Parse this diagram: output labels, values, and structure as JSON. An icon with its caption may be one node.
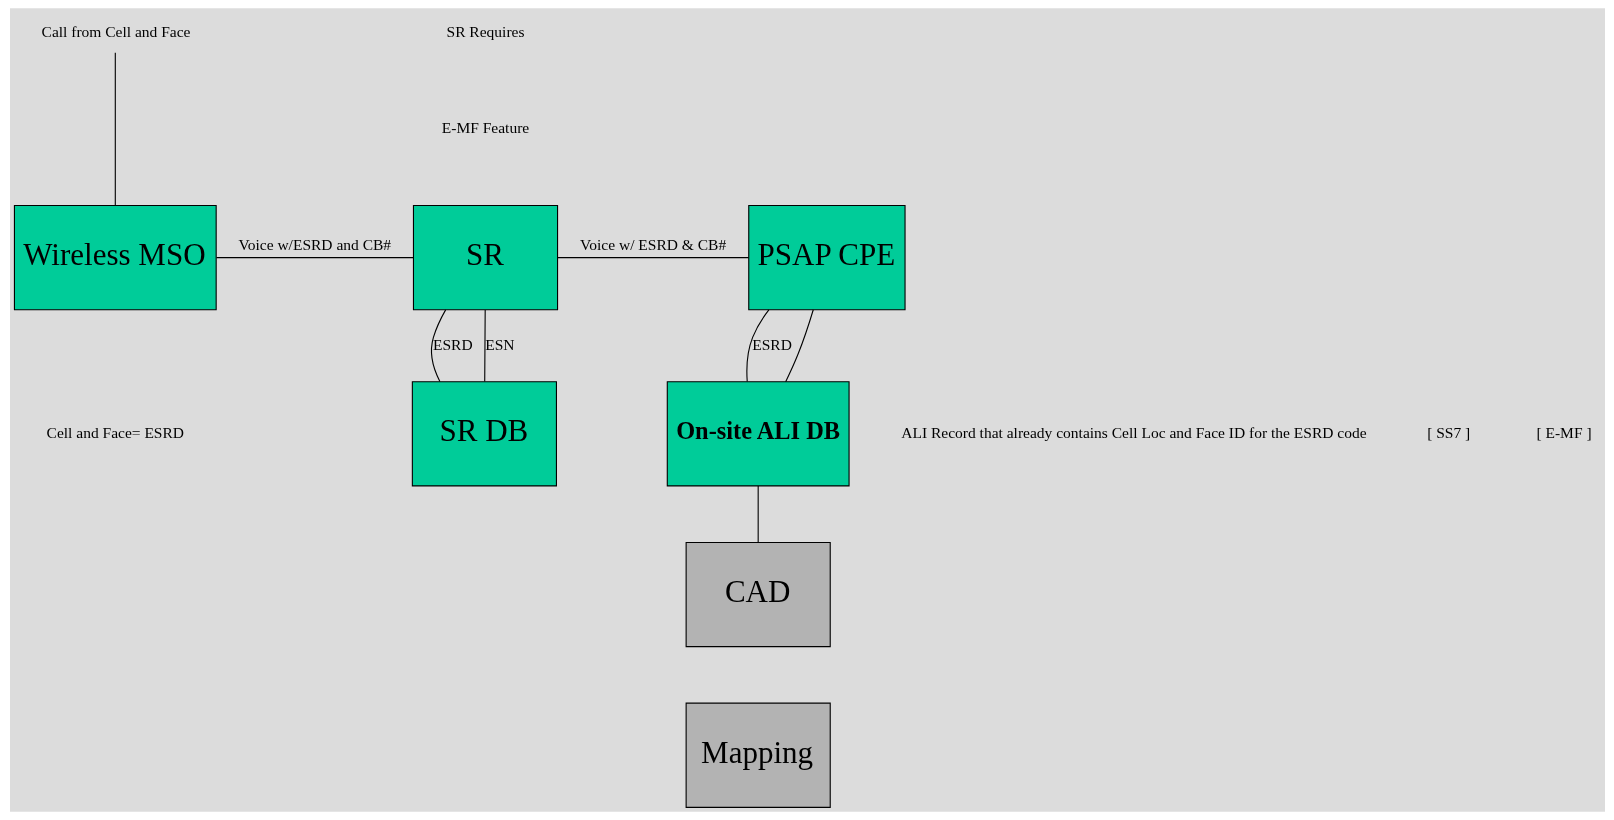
{
  "diagram": {
    "nodes": [
      {
        "text": [
          "Call from Cell and Face"
        ]
      },
      {
        "text": [
          "Wireless MSO"
        ]
      },
      {
        "text": [
          "SR"
        ]
      },
      {
        "text": [
          "PSAP CPE"
        ]
      },
      {
        "text": [
          "SR DB"
        ]
      },
      {
        "text": [
          "On-site ALI DB"
        ]
      },
      {
        "text": [
          "CAD"
        ]
      },
      {
        "text": [
          "Mapping"
        ]
      }
    ],
    "edges": [
      {
        "from": 0,
        "to": 1,
        "arrow": "none"
      },
      {
        "from": 1,
        "to": 2,
        "arrow": "none",
        "label": "Voice w/ESRD and CB#"
      },
      {
        "from": 2,
        "to": 3,
        "arrow": "none",
        "label": "Voice w/ ESRD & CB#"
      },
      {
        "from": 2,
        "to": 4,
        "arrow": "none",
        "label": "ESRD"
      },
      {
        "from": 2,
        "to": 4,
        "arrow": "none",
        "label": "ESN"
      },
      {
        "from": 3,
        "to": 5,
        "arrow": "none",
        "label": "ESRD"
      },
      {
        "from": 3,
        "to": 5,
        "arrow": "none"
      },
      {
        "from": 5,
        "to": 6,
        "arrow": "none"
      }
    ],
    "labels": [
      "SR Requires",
      "E-MF Feature",
      "[ SS7 ]",
      "[ E-MF ]",
      "Cell and Face= ESRD",
      "ALI Record that already contains Cell Loc and Face ID for the ESRD code"
    ]
  }
}
